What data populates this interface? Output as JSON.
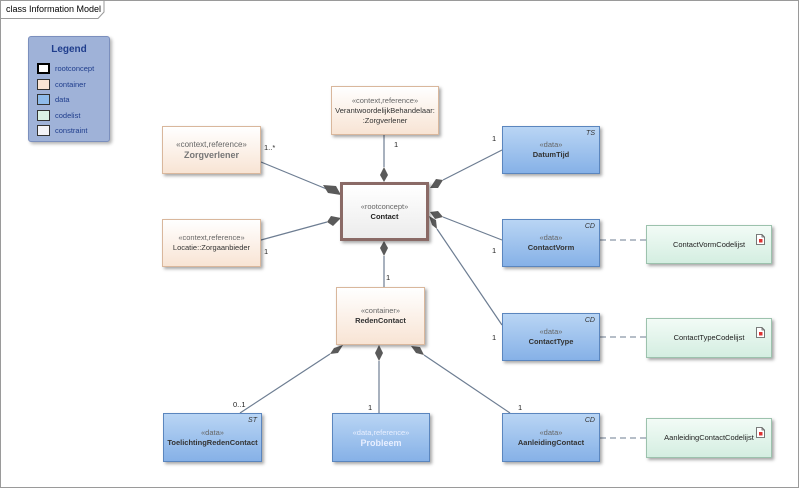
{
  "frame": {
    "title": "class Information Model"
  },
  "legend": {
    "title": "Legend",
    "items": [
      {
        "label": "rootconcept",
        "color": "#ffffff",
        "border": "#000000"
      },
      {
        "label": "container",
        "color": "#fbe6d6",
        "border": "#555555"
      },
      {
        "label": "data",
        "color": "#8fbbea",
        "border": "#555555"
      },
      {
        "label": "codelist",
        "color": "#dcf2e6",
        "border": "#555555"
      },
      {
        "label": "constraint",
        "color": "#f3f3f7",
        "border": "#555555"
      }
    ]
  },
  "nodes": {
    "contact": {
      "stereotype": "«rootconcept»",
      "name": "Contact"
    },
    "zorgverlener": {
      "stereotype": "«context,reference»",
      "name": "Zorgverlener"
    },
    "verantwoordelijk": {
      "stereotype": "«context,reference»",
      "line2": "VerantwoordelijkBehandelaar:",
      "line3": ":Zorgverlener"
    },
    "locatie": {
      "stereotype": "«context,reference»",
      "name": "Locatie::Zorgaanbieder"
    },
    "redencontact": {
      "stereotype": "«container»",
      "name": "RedenContact"
    },
    "datumtijd": {
      "stereotype": "«data»",
      "name": "DatumTijd",
      "badge": "TS"
    },
    "contactvorm": {
      "stereotype": "«data»",
      "name": "ContactVorm",
      "badge": "CD"
    },
    "contacttype": {
      "stereotype": "«data»",
      "name": "ContactType",
      "badge": "CD"
    },
    "toelichting": {
      "stereotype": "«data»",
      "name": "ToelichtingRedenContact",
      "badge": "ST"
    },
    "probleem": {
      "stereotype": "«data,reference»",
      "name": "Probleem"
    },
    "aanleiding": {
      "stereotype": "«data»",
      "name": "AanleidingContact",
      "badge": "CD"
    },
    "contactvormcodelijst": {
      "name": "ContactVormCodelijst"
    },
    "contacttypecodelijst": {
      "name": "ContactTypeCodelijst"
    },
    "aanleidingcodelijst": {
      "name": "AanleidingContactCodelijst"
    }
  },
  "multiplicities": {
    "zorgverlener": "1..*",
    "verantwoordelijk": "1",
    "locatie": "1",
    "datumtijd": "1",
    "contactvorm": "1",
    "contacttype": "1",
    "redencontact": "1",
    "toelichting": "0..1",
    "probleem": "1",
    "aanleiding": "1"
  }
}
